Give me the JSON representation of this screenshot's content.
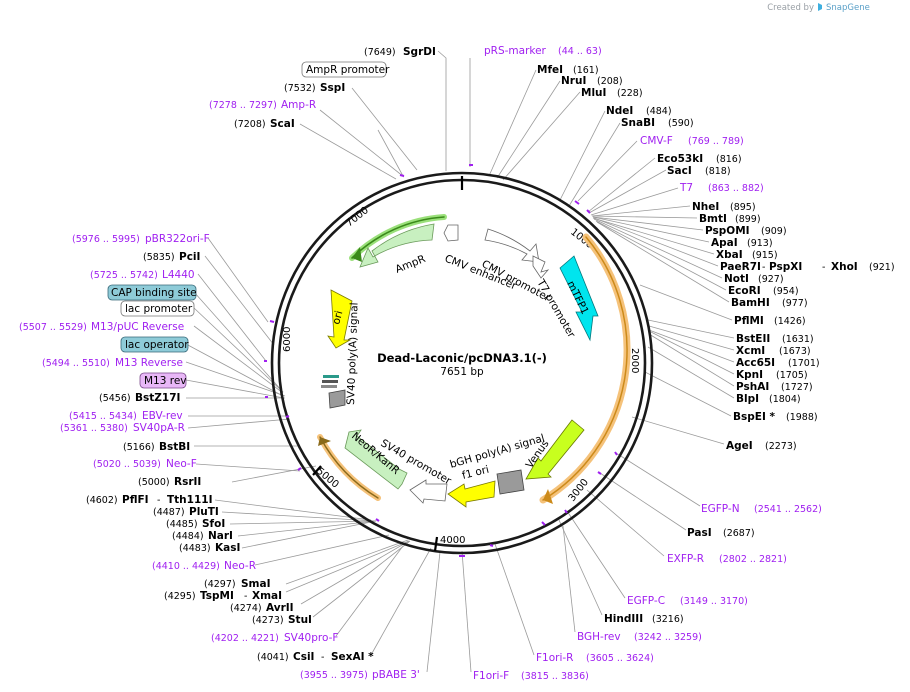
{
  "header": {
    "created_by": "Created by",
    "brand": "SnapGene"
  },
  "map": {
    "name": "Dead-Laconic/pcDNA3.1(-)",
    "length": "7651 bp",
    "ticks": [
      "1000",
      "2000",
      "3000",
      "4000",
      "5000",
      "6000",
      "7000"
    ]
  },
  "features": {
    "ampr": "AmpR",
    "ori": "ori",
    "cmv_enhancer": "CMV enhancer",
    "cmv_promoter": "CMV promoter",
    "t7_promoter": "T7 promoter",
    "mtfp1": "mTFP1",
    "venus": "Venus",
    "bgh": "bGH poly(A) signal",
    "f1ori": "f1 ori",
    "sv40_promoter": "SV40 promoter",
    "neor": "NeoR/KanR",
    "sv40_polya": "SV40 poly(A) signal"
  },
  "boxed_labels": {
    "ampr_promoter": "AmpR promoter",
    "cap_site": "CAP binding site",
    "lac_promoter": "lac promoter",
    "lac_operator": "lac operator",
    "m13_rev": "M13 rev"
  },
  "labels": {
    "sgrdi": "SgrDI",
    "sgrdi_pos": "(7649)",
    "prs": "pRS-marker",
    "prs_pos": "(44 .. 63)",
    "sspi": "SspI",
    "sspi_pos": "(7532)",
    "mfei": "MfeI",
    "mfei_pos": "(161)",
    "nrui": "NruI",
    "nrui_pos": "(208)",
    "mlui": "MluI",
    "mlui_pos": "(228)",
    "ampr_primer": "Amp-R",
    "ampr_primer_pos": "(7278 .. 7297)",
    "scai": "ScaI",
    "scai_pos": "(7208)",
    "ndei": "NdeI",
    "ndei_pos": "(484)",
    "snabi": "SnaBI",
    "snabi_pos": "(590)",
    "cmvf": "CMV-F",
    "cmvf_pos": "(769 .. 789)",
    "eco53ki": "Eco53kI",
    "eco53ki_pos": "(816)",
    "saci": "SacI",
    "saci_pos": "(818)",
    "t7": "T7",
    "t7_pos": "(863 .. 882)",
    "nhei": "NheI",
    "nhei_pos": "(895)",
    "bmti": "BmtI",
    "bmti_pos": "(899)",
    "psp": "PspOMI",
    "psp_pos": "(909)",
    "apai": "ApaI",
    "apai_pos": "(913)",
    "xbai": "XbaI",
    "xbai_pos": "(915)",
    "paer7i": "PaeR7I",
    "pspxi": "PspXI",
    "xhoi": "XhoI",
    "xhoi_pos": "(921)",
    "noti": "NotI",
    "noti_pos": "(927)",
    "ecori": "EcoRI",
    "ecori_pos": "(954)",
    "bamhi": "BamHI",
    "bamhi_pos": "(977)",
    "pflmi": "PflMI",
    "pflmi_pos": "(1426)",
    "bsteii": "BstEII",
    "bsteii_pos": "(1631)",
    "xcmi": "XcmI",
    "xcmi_pos": "(1673)",
    "acc65i": "Acc65I",
    "acc65i_pos": "(1701)",
    "kpni": "KpnI",
    "kpni_pos": "(1705)",
    "pshai": "PshAI",
    "pshai_pos": "(1727)",
    "blpi": "BlpI",
    "blpi_pos": "(1804)",
    "bspei": "BspEI *",
    "bspei_pos": "(1988)",
    "agei": "AgeI",
    "agei_pos": "(2273)",
    "egfpn": "EGFP-N",
    "egfpn_pos": "(2541 .. 2562)",
    "pasi": "PasI",
    "pasi_pos": "(2687)",
    "exfpr": "EXFP-R",
    "exfpr_pos": "(2802 .. 2821)",
    "egfpc": "EGFP-C",
    "egfpc_pos": "(3149 .. 3170)",
    "hindiii": "HindIII",
    "hindiii_pos": "(3216)",
    "bghrev": "BGH-rev",
    "bghrev_pos": "(3242 .. 3259)",
    "f1orir": "F1ori-R",
    "f1orir_pos": "(3605 .. 3624)",
    "f1orif": "F1ori-F",
    "f1orif_pos": "(3815 .. 3836)",
    "pbabe": "pBABE 3'",
    "pbabe_pos": "(3955 .. 3975)",
    "csii": "CsiI",
    "sexai": "SexAI *",
    "csii_pos": "(4041)",
    "sv40prof": "SV40pro-F",
    "sv40prof_pos": "(4202 .. 4221)",
    "stui": "StuI",
    "stui_pos": "(4273)",
    "avrii": "AvrII",
    "avrii_pos": "(4274)",
    "tspmi": "TspMI",
    "xmai": "XmaI",
    "tspmi_pos": "(4295)",
    "smai": "SmaI",
    "smai_pos": "(4297)",
    "neor_primer": "Neo-R",
    "neor_primer_pos": "(4410 .. 4429)",
    "kasi": "KasI",
    "kasi_pos": "(4483)",
    "nari": "NarI",
    "nari_pos": "(4484)",
    "sfoi": "SfoI",
    "sfoi_pos": "(4485)",
    "pluti": "PluTI",
    "pluti_pos": "(4487)",
    "pflfi": "PflFI",
    "tth111i": "Tth111I",
    "pflfi_pos": "(4602)",
    "rsrii": "RsrII",
    "rsrii_pos": "(5000)",
    "neof": "Neo-F",
    "neof_pos": "(5020 .. 5039)",
    "bstbi": "BstBI",
    "bstbi_pos": "(5166)",
    "sv40par": "SV40pA-R",
    "sv40par_pos": "(5361 .. 5380)",
    "ebvrev": "EBV-rev",
    "ebvrev_pos": "(5415 .. 5434)",
    "bstz17i": "BstZ17I",
    "bstz17i_pos": "(5456)",
    "m13reverse": "M13 Reverse",
    "m13reverse_pos": "(5494 .. 5510)",
    "m13puc": "M13/pUC Reverse",
    "m13puc_pos": "(5507 .. 5529)",
    "l4440": "L4440",
    "l4440_pos": "(5725 .. 5742)",
    "pcii": "PciI",
    "pcii_pos": "(5835)",
    "pbr": "pBR322ori-F",
    "pbr_pos": "(5976 .. 5995)"
  },
  "colors": {
    "purple": "#a020f0",
    "cyan": "#00e5ee",
    "yellow": "#ffff00",
    "chartreuse": "#c8ff1e",
    "pale_green": "#c8f0c0",
    "orange_glow": "#f5c27a",
    "box_teal": "#8ecbd8",
    "box_lilac": "#e8b7f7"
  }
}
